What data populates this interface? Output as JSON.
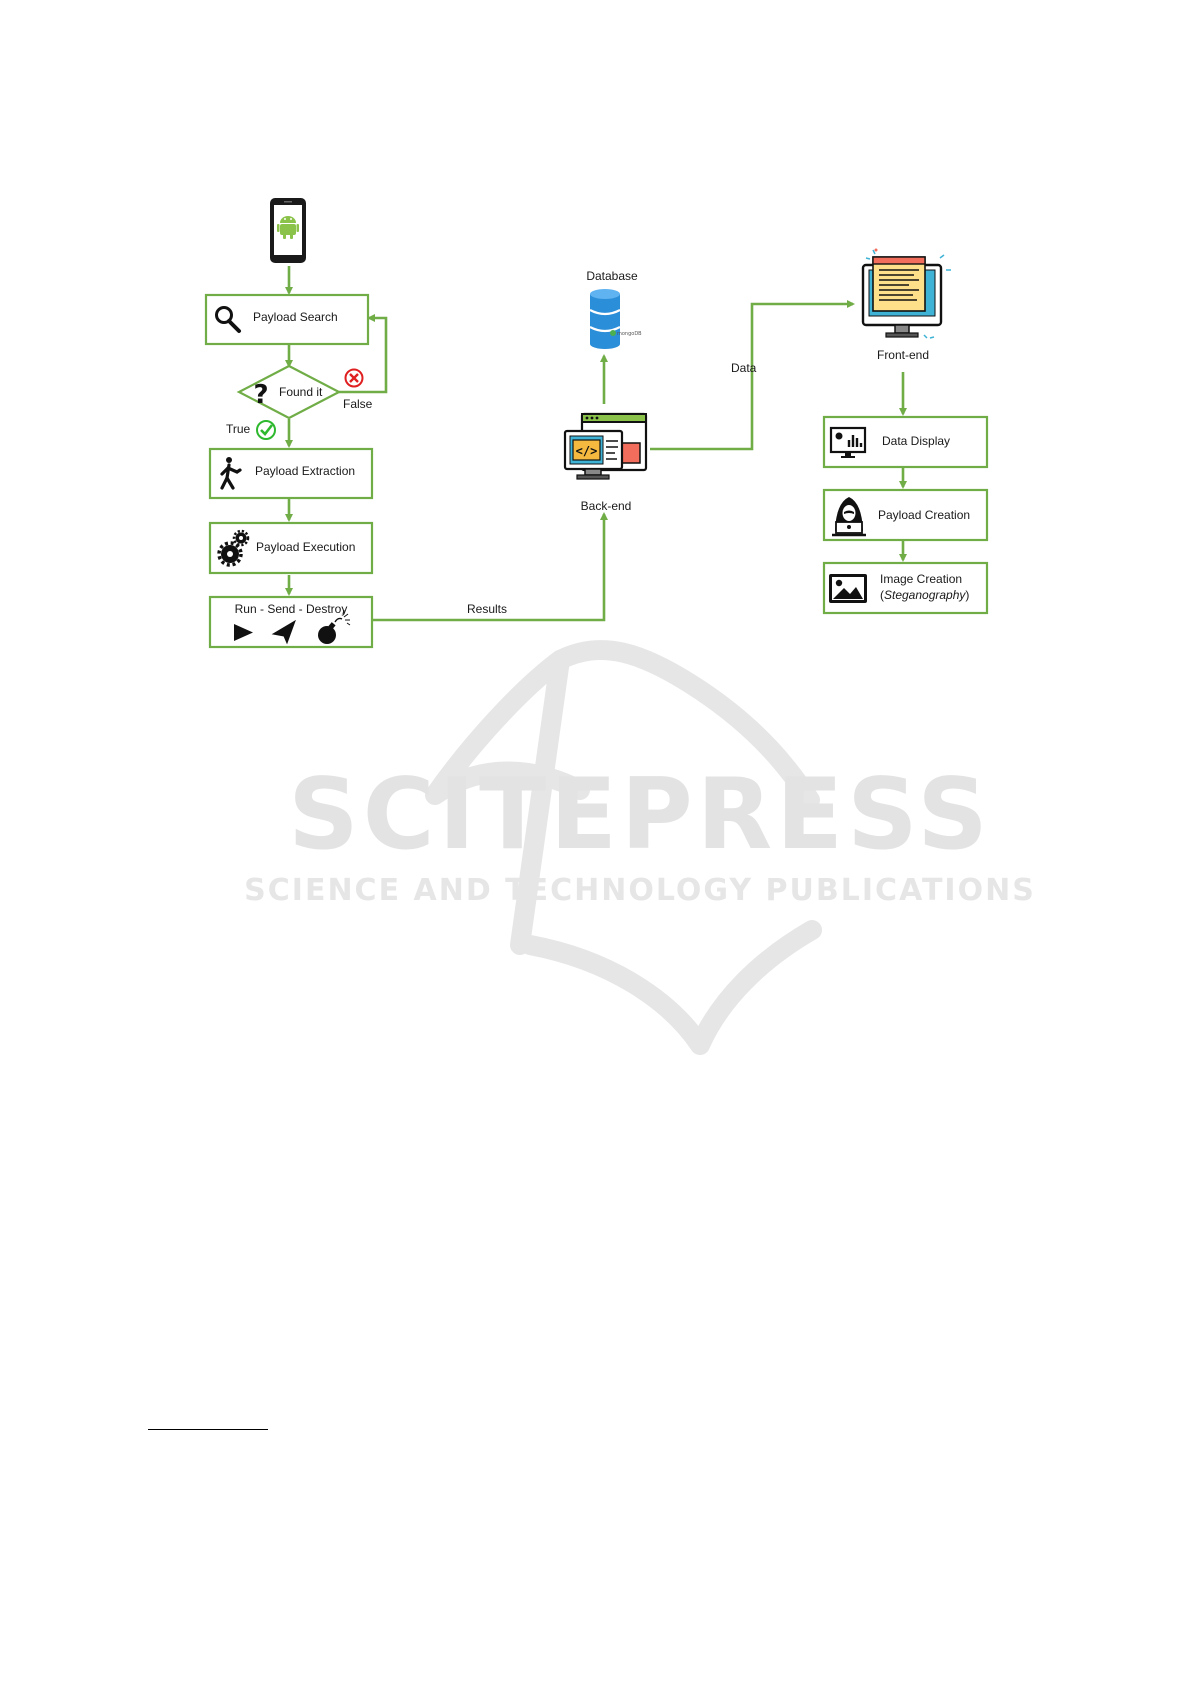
{
  "colors": {
    "accent": "#70ad47",
    "watermark": "#e3e3e3",
    "error": "#e02020",
    "success": "#2eb82e"
  },
  "watermark": {
    "title": "SCITEPRESS",
    "subtitle": "SCIENCE AND TECHNOLOGY PUBLICATIONS"
  },
  "nodes": {
    "phone": {
      "icon": "android-phone-icon"
    },
    "payload_search": {
      "label": "Payload Search",
      "icon": "search-icon"
    },
    "found_it": {
      "label": "Found it",
      "icon": "question-icon"
    },
    "false_label": "False",
    "true_label": "True",
    "payload_extraction": {
      "label": "Payload Extraction",
      "icon": "extraction-figure-icon"
    },
    "payload_execution": {
      "label": "Payload Execution",
      "icon": "gears-icon"
    },
    "run_send_destroy": {
      "label": "Run - Send - Destroy",
      "icons": [
        "play-icon",
        "paper-plane-icon",
        "bomb-icon"
      ]
    },
    "results_label": "Results",
    "backend": {
      "label": "Back-end",
      "icon": "code-monitor-icon"
    },
    "database": {
      "label": "Database",
      "icon": "database-icon",
      "logo_text": "mongoDB"
    },
    "data_label": "Data",
    "frontend": {
      "label": "Front-end",
      "icon": "webpage-monitor-icon"
    },
    "data_display": {
      "label": "Data Display",
      "icon": "chart-display-icon"
    },
    "payload_creation": {
      "label": "Payload Creation",
      "icon": "hacker-icon"
    },
    "image_creation": {
      "label": "Image Creation",
      "label_2_open": "(",
      "label_2_italic": "Steganography",
      "label_2_close": ")",
      "icon": "image-icon"
    }
  }
}
